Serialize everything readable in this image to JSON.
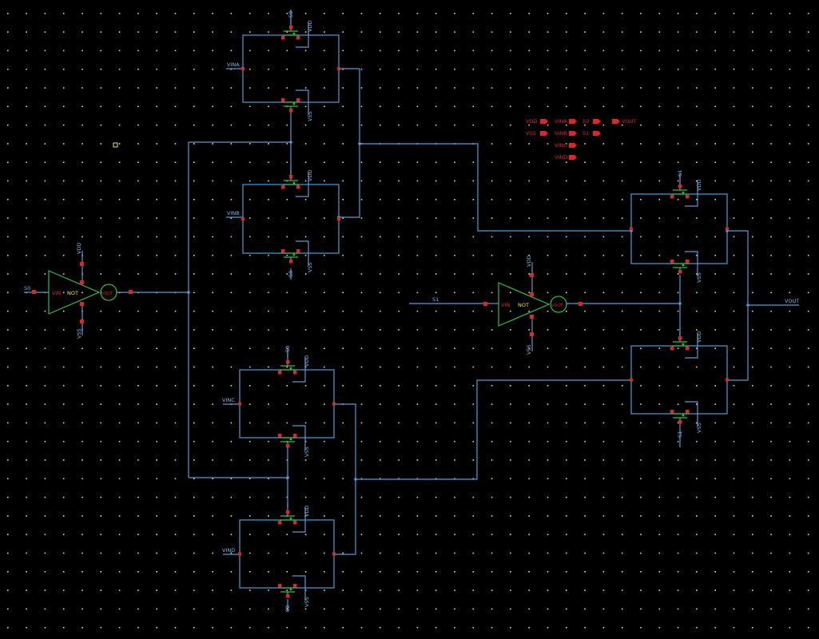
{
  "net_labels": {
    "vina": "VINA",
    "vinb": "VINB",
    "vinc": "VINC",
    "vind": "VIND",
    "s0": "S0",
    "s1": "S1",
    "vout": "VOUT"
  },
  "pins": {
    "vdd": "VDD",
    "vss": "VSS",
    "vin": "VIN",
    "vout": "VOUT"
  },
  "inverter": {
    "name": "NOT"
  },
  "pin_list": {
    "col1": [
      "VDD",
      "VSS"
    ],
    "col2": [
      "VINA",
      "VINB",
      "VINC",
      "VIND"
    ],
    "col3": [
      "S0",
      "S1"
    ],
    "col4": [
      "VOUT"
    ]
  },
  "colors": {
    "background": "#000000",
    "wire": "#4a9fd8",
    "transistor": "#2fbf3f",
    "pin": "#e0242a",
    "gate_label": "#e8e84a"
  },
  "icons": {
    "transistor": "mos-transistor-icon",
    "inverter": "inverter-triangle-icon",
    "pin": "red-pin-square-icon"
  }
}
